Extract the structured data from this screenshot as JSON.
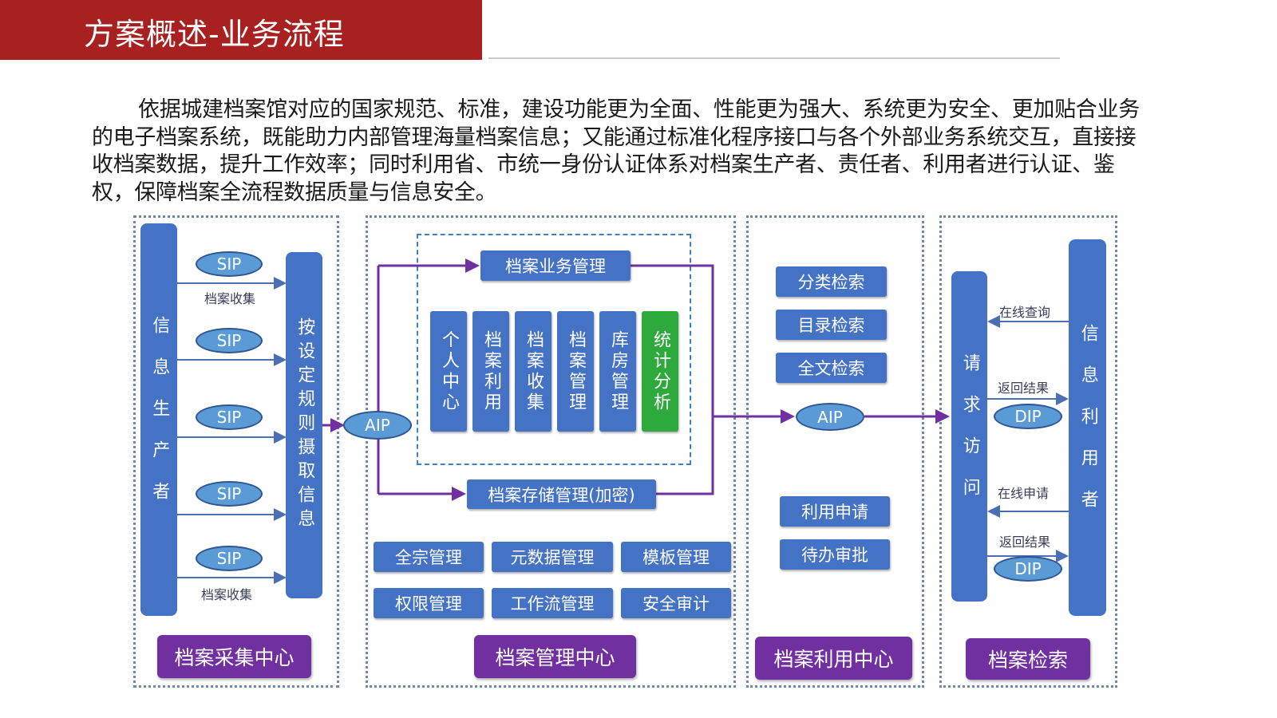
{
  "header": {
    "title": "方案概述-业务流程"
  },
  "intro": "依据城建档案馆对应的国家规范、标准，建设功能更为全面、性能更为强大、系统更为安全、更加贴合业务的电子档案系统，既能助力内部管理海量档案信息；又能通过标准化程序接口与各个外部业务系统交互，直接接收档案数据，提升工作效率；同时利用省、市统一身份认证体系对档案生产者、责任者、利用者进行认证、鉴权，保障档案全流程数据质量与信息安全。",
  "colors": {
    "title_bar": "#a8201f",
    "blue": "#4472c4",
    "purple": "#7030a0",
    "green": "#2eaa3c",
    "ellipse": "#5b9bd5"
  },
  "collection": {
    "producer": "信息生产者",
    "ingest": "按设定规则摄取信息",
    "sip": [
      "SIP",
      "SIP",
      "SIP",
      "SIP",
      "SIP"
    ],
    "label_top": "档案收集",
    "label_bottom": "档案收集",
    "center": "档案采集中心"
  },
  "aip": "AIP",
  "management": {
    "business": "档案业务管理",
    "modules": [
      "个人中心",
      "档案利用",
      "档案收集",
      "档案管理",
      "库房管理",
      "统计分析"
    ],
    "storage": "档案存储管理(加密)",
    "tools": [
      "全宗管理",
      "元数据管理",
      "模板管理",
      "权限管理",
      "工作流管理",
      "安全审计"
    ],
    "center": "档案管理中心"
  },
  "utilization": {
    "search": [
      "分类检索",
      "目录检索",
      "全文检索"
    ],
    "aip": "AIP",
    "apply": [
      "利用申请",
      "待办审批"
    ],
    "center": "档案利用中心"
  },
  "retrieval": {
    "request": "请求访问",
    "user": "信息利用者",
    "labels": [
      "在线查询",
      "返回结果",
      "在线申请",
      "返回结果"
    ],
    "dip": [
      "DIP",
      "DIP"
    ],
    "center": "档案检索"
  }
}
